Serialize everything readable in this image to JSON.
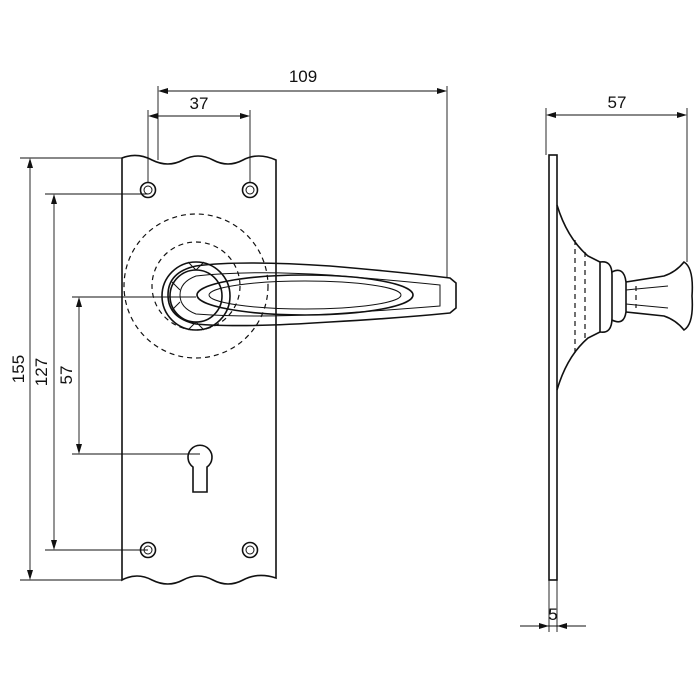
{
  "dimensions": {
    "overall_height": "155",
    "fixing_centres_height": "127",
    "lever_to_keyhole": "57",
    "fixing_centres_width": "37",
    "lever_projection": "109",
    "side_projection": "57",
    "plate_thickness": "5"
  }
}
